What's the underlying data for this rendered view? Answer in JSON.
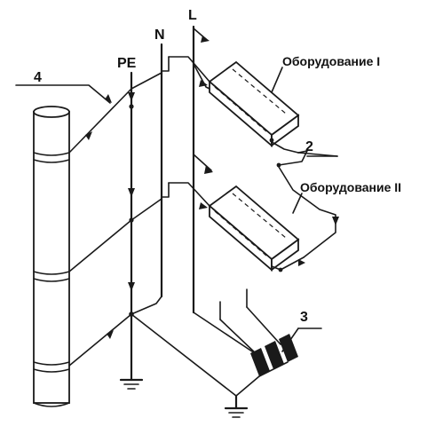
{
  "labels": {
    "pe": "PE",
    "n": "N",
    "l": "L",
    "num_1": "4",
    "num_2": "2",
    "num_3": "3",
    "equipment_1": "Оборудование I",
    "equipment_2": "Оборудование II"
  },
  "colors": {
    "ink": "#1a1a1a",
    "background": "#ffffff"
  }
}
